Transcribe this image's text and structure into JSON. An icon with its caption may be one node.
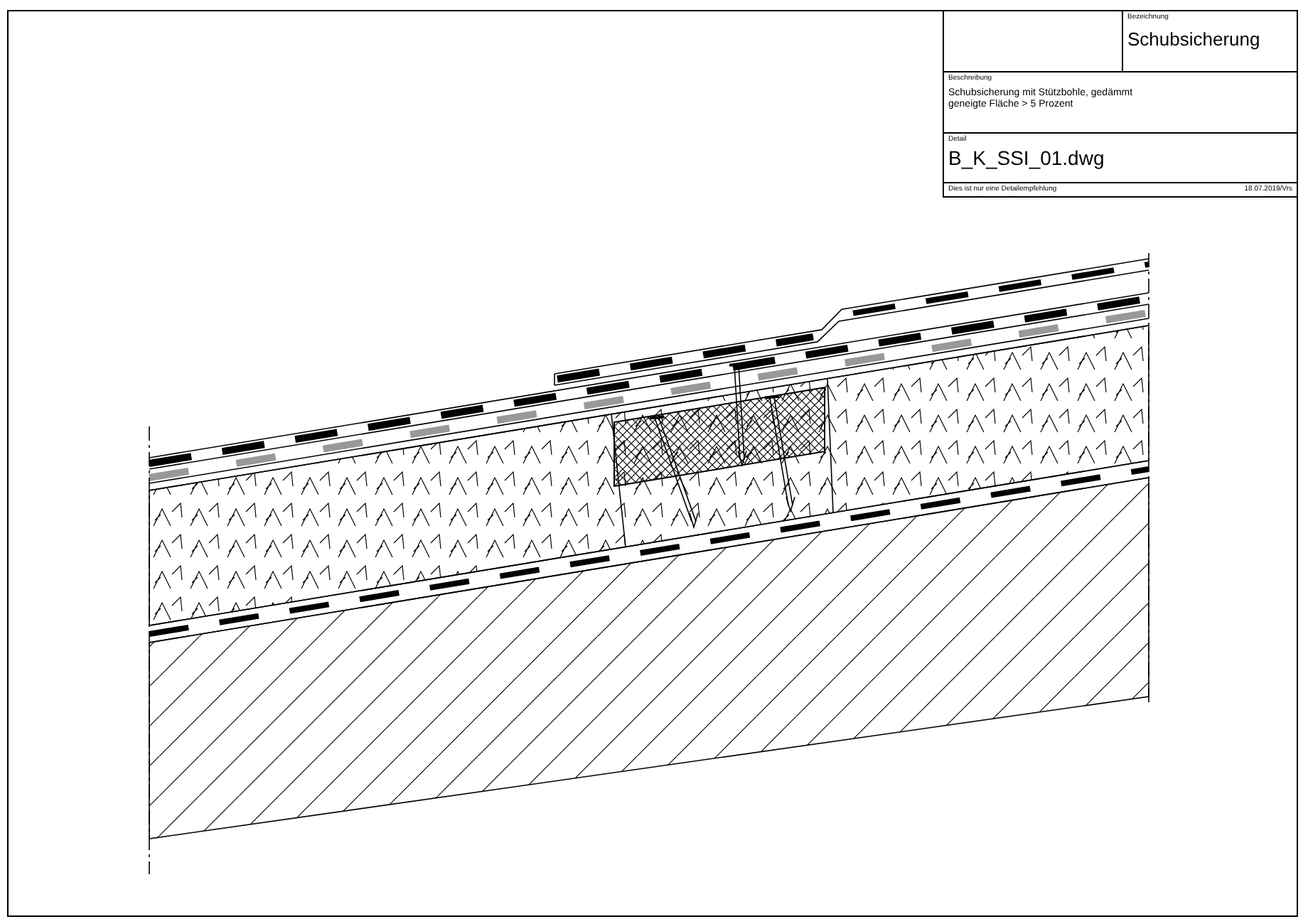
{
  "diagram": {
    "labels": [
      "Bezeichnung",
      "Schubsicherung",
      "Beschreibung",
      "Schubsicherung mit Stützbohle, gedämmt",
      "geneigte Fläche > 5 Prozent",
      "Detail",
      "B_K_SSI_01.dwg",
      "Dies ist nur eine Detailempfehlung",
      "18.07.2019/Vrs"
    ]
  }
}
